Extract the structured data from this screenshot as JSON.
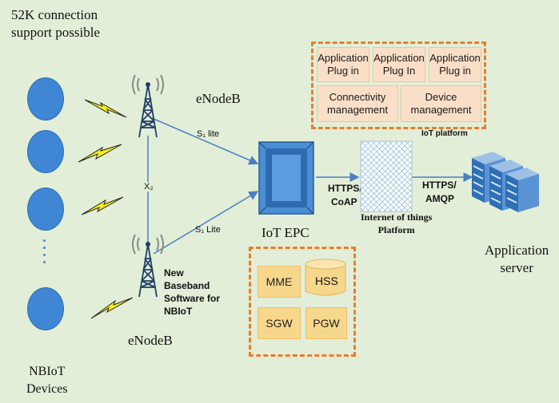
{
  "top_label": [
    "52K connection",
    "support possible"
  ],
  "devices_label": [
    "NBIoT",
    "Devices"
  ],
  "enodeb_top": "eNodeB",
  "enodeb_bottom": "eNodeB",
  "x2": "X₂",
  "s1_top": "S₁ lite",
  "s1_bottom": "S₁ Lite",
  "new_software": [
    "New",
    "Baseband",
    "Software for",
    "NBIoT"
  ],
  "iot_epc": "IoT EPC",
  "https_coap": [
    "HTTPS/",
    "CoAP"
  ],
  "internet_platform": [
    "Internet of things",
    "Platform"
  ],
  "https_amqp": [
    "HTTPS/",
    "AMQP"
  ],
  "app_server": [
    "Application",
    "server"
  ],
  "iot_platform": {
    "plugins": [
      {
        "line1": "Application",
        "line2": "Plug in"
      },
      {
        "line1": "Application",
        "line2": "Plug In"
      },
      {
        "line1": "Application",
        "line2": "Plug in"
      }
    ],
    "connectivity": [
      "Connectivity",
      "management"
    ],
    "device_mgmt": [
      "Device",
      "management"
    ],
    "caption": "IoT platform"
  },
  "epc_components": [
    "MME",
    "HSS",
    "SGW",
    "PGW"
  ],
  "colors": {
    "background": "#e2eed8",
    "device_blue": "#3f86d4",
    "platform_dash": "#e97d2c",
    "plugin_fill": "#f9dfc8",
    "epc_fill": "#f7d78c",
    "lightning": "#f4f018",
    "link_blue": "#4a7fc1"
  }
}
